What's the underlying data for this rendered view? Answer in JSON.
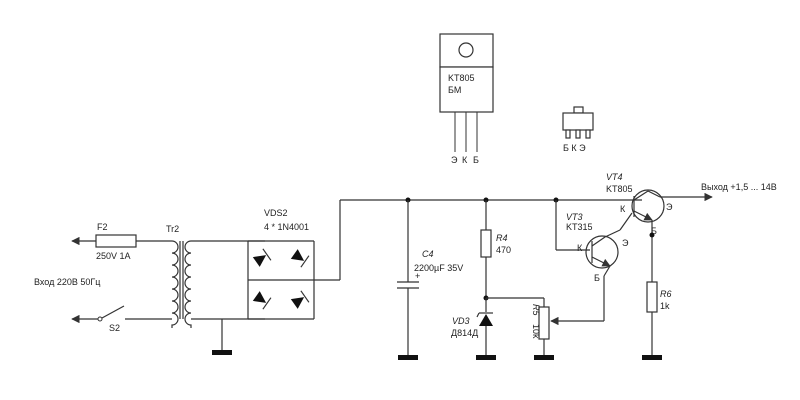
{
  "labels": {
    "kt805_pkg_line1": "KT805",
    "kt805_pkg_line2": "БМ",
    "pin_e": "Э",
    "pin_k": "К",
    "pin_b": "Б",
    "smd_pins": "Б К Э",
    "output": "Выход +1,5 ... 14В",
    "vt4_name": "VT4",
    "vt4_type": "KT805",
    "vt3_name": "VT3",
    "vt3_type": "KT315",
    "fuse_name": "F2",
    "fuse_rating": "250V 1A",
    "tr_name": "Tr2",
    "input": "Вход 220В 50Гц",
    "switch_name": "S2",
    "bridge_name": "VDS2",
    "bridge_type": "4 * 1N4001",
    "cap_name": "C4",
    "cap_value": "2200µF 35V",
    "cap_plus": "+",
    "r4_name": "R4",
    "r4_value": "470",
    "zener_name": "VD3",
    "zener_type": "Д814Д",
    "r5_name": "R5",
    "r5_value": "10k",
    "r6_name": "R6",
    "r6_value": "1k"
  }
}
